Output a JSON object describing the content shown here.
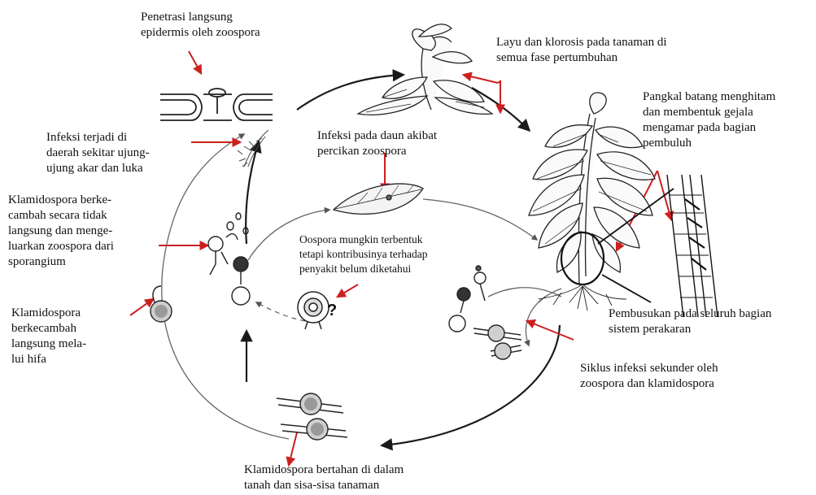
{
  "labels": {
    "penetrasi": "Penetrasi langsung\nepidermis oleh zoospora",
    "layu": "Layu dan klorosis pada tanaman di\nsemua fase pertumbuhan",
    "pangkal": "Pangkal batang menghitam\ndan membentuk gejala\nmengamar pada bagian\npembuluh",
    "infeksi_akar": "Infeksi terjadi di\ndaerah sekitar ujung-\nujung akar dan luka",
    "infeksi_daun": "Infeksi pada daun akibat\npercikan zoospora",
    "klamido_tidak_langsung": "Klamidospora berke-\ncambah secara tidak\nlangsung dan menge-\nluarkan zoospora dari\nsporangium",
    "oospora": "Oospora mungkin terbentuk\ntetapi kontribusinya terhadap\npenyakit belum diketahui",
    "klamido_langsung": "Klamidospora\nberkecambah\nlangsung mela-\nlui hifa",
    "pembusukan": "Pembusukan pada seluruh bagian\nsistem perakaran",
    "siklus": "Siklus infeksi sekunder oleh\nzoospora dan klamidospora",
    "bertahan": "Klamidospora bertahan di dalam\ntanah dan sisa-sisa tanaman",
    "question_mark": "?"
  },
  "colors": {
    "annotation_arrow": "#cc1f1f",
    "cycle_arrow": "#1a1a1a",
    "thin_arrow": "#555555"
  }
}
